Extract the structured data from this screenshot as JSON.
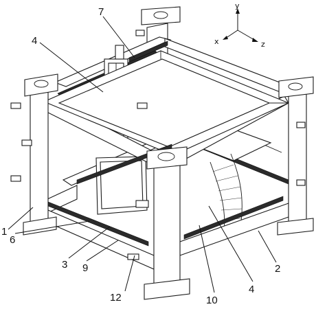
{
  "axes": {
    "x": "x",
    "y": "y",
    "z": "z"
  },
  "callouts": [
    "1",
    "2",
    "3",
    "4",
    "4",
    "6",
    "7",
    "9",
    "10",
    "12"
  ],
  "colors": {
    "line": "#1a1a1a",
    "background": "#ffffff"
  }
}
